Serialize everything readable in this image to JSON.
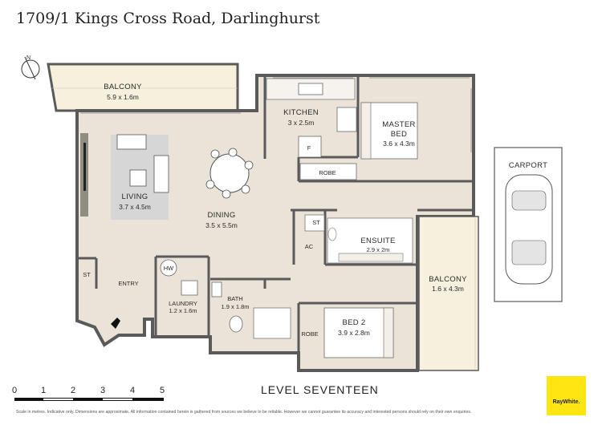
{
  "header": {
    "address": "1709/1 Kings Cross Road, Darlinghurst"
  },
  "rooms": {
    "balcony_top": {
      "name": "BALCONY",
      "dims": "5.9 x 1.6m"
    },
    "kitchen": {
      "name": "KITCHEN",
      "dims": "3 x 2.5m"
    },
    "master_bed": {
      "name1": "MASTER",
      "name2": "BED",
      "dims": "3.6 x 4.3m"
    },
    "living": {
      "name": "LIVING",
      "dims": "3.7 x 4.5m"
    },
    "dining": {
      "name": "DINING",
      "dims": "3.5 x 5.5m"
    },
    "robe_top": {
      "name": "ROBE"
    },
    "st_top": {
      "name": "ST"
    },
    "ac": {
      "name": "AC"
    },
    "ensuite": {
      "name": "ENSUITE",
      "dims": "2.9 x 2m"
    },
    "st_left": {
      "name": "ST"
    },
    "entry": {
      "name": "ENTRY"
    },
    "hw": {
      "name": "HW"
    },
    "laundry": {
      "name": "LAUNDRY",
      "dims": "1.2 x 1.6m"
    },
    "bath": {
      "name": "BATH",
      "dims": "1.9 x 1.8m"
    },
    "balcony_right": {
      "name": "BALCONY",
      "dims": "1.6 x 4.3m"
    },
    "robe_bottom": {
      "name": "ROBE"
    },
    "bed2": {
      "name": "BED 2",
      "dims": "3.9 x 2.8m"
    },
    "fridge": {
      "name": "F"
    },
    "carport": {
      "name": "CARPORT"
    }
  },
  "scale": {
    "ticks": [
      "0",
      "1",
      "2",
      "3",
      "4",
      "5"
    ],
    "unit": "metres"
  },
  "level_label": "LEVEL SEVENTEEN",
  "footer_note": "Scale in metres. Indicative only. Dimensions are approximate. All information contained herein is gathered from sources we believe to be reliable. However we cannot guarantee its accuracy and interested persons should rely on their own enquiries.",
  "brand": {
    "name": "RayWhite.",
    "color": "#ffe512"
  },
  "colors": {
    "floor": "#ece3d8",
    "wall": "#5a5a5a",
    "balcony": "#f6f0dc",
    "rug": "#d6d6d6"
  }
}
